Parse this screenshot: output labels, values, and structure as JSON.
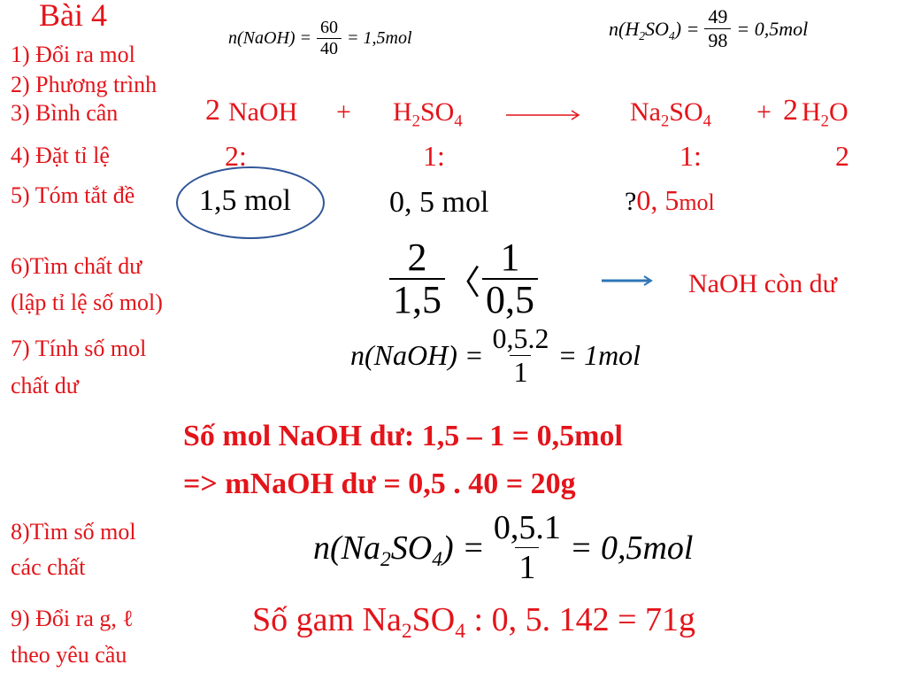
{
  "title": "Bài 4",
  "steps": {
    "s1": "1) Đổi ra mol",
    "s2": "2) Phương trình",
    "s3": "3) Bình cân",
    "s4": "4) Đặt tỉ lệ",
    "s5": "5) Tóm tắt đề",
    "s6a": "6)Tìm chất dư",
    "s6b": "(lập tỉ lệ số mol)",
    "s7a": "7) Tính số mol",
    "s7b": "chất dư",
    "s8a": "8)Tìm số mol",
    "s8b": "các chất",
    "s9a": "9) Đổi ra g, ℓ",
    "s9b": "theo yêu cầu"
  },
  "mol_naoh": {
    "lhs": "n(NaOH) =",
    "num": "60",
    "den": "40",
    "rhs": "= 1,5mol"
  },
  "mol_h2so4": {
    "lhs_n": "n(H",
    "lhs_2": "2",
    "lhs_so": "SO",
    "lhs_4": "4",
    "lhs_close": ") =",
    "num": "49",
    "den": "98",
    "rhs": "= 0,5mol"
  },
  "equation": {
    "c1": "2",
    "r1": "NaOH",
    "plus1": "+",
    "r2a": "H",
    "r2b": "2",
    "r2c": "SO",
    "r2d": "4",
    "p1a": "Na",
    "p1b": "2",
    "p1c": "SO",
    "p1d": "4",
    "plus2": "+",
    "c2": "2",
    "p2a": "H",
    "p2b": "2",
    "p2c": "O"
  },
  "ratio": {
    "a": "2:",
    "b": "1:",
    "c": "1:",
    "d": "2"
  },
  "given": {
    "naoh": "1,5 mol",
    "h2so4": "0, 5 mol",
    "q": "?",
    "na2so4_val": "0, 5",
    "na2so4_unit": "mol"
  },
  "compare": {
    "n1": "2",
    "d1": "1,5",
    "sym": "〈",
    "n2": "1",
    "d2": "0,5",
    "result": "NaOH còn dư"
  },
  "naoh_used": {
    "lhs": "n(NaOH) =",
    "num": "0,5.2",
    "den": "1",
    "rhs": "= 1mol"
  },
  "excess_line1": "Số mol NaOH dư: 1,5 – 1 = 0,5mol",
  "excess_line2": "=> mNaOH dư = 0,5 . 40 = 20g",
  "na2so4_mol": {
    "lhs_a": "n(Na",
    "lhs_b": "2",
    "lhs_c": "SO",
    "lhs_d": "4",
    "lhs_e": ") =",
    "num": "0,5.1",
    "den": "1",
    "rhs": "= 0,5mol"
  },
  "mass": {
    "a": "Số gam Na",
    "b": "2",
    "c": "SO",
    "d": "4",
    "e": " : 0, 5. 142 = 71g"
  }
}
